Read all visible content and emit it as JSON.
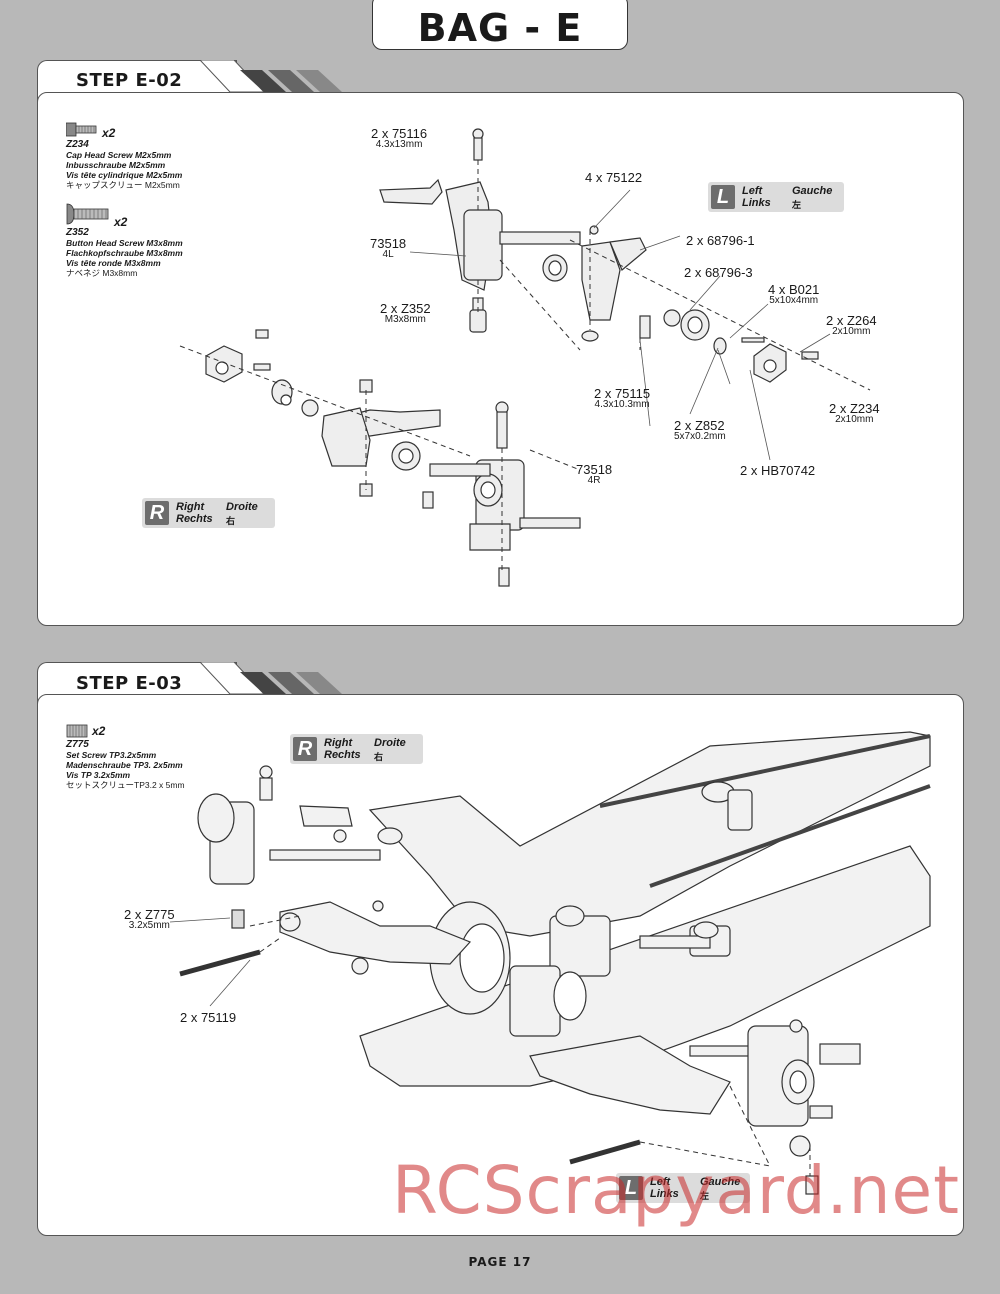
{
  "header": {
    "title": "BAG - E"
  },
  "step_e02": {
    "title": "STEP E-02",
    "parts": [
      {
        "qty": "x2",
        "code": "Z234",
        "desc": [
          "Cap Head Screw M2x5mm",
          "Inbusschraube M2x5mm",
          "Vis tête cylindrique M2x5mm",
          "キャップスクリュー M2x5mm"
        ]
      },
      {
        "qty": "x2",
        "code": "Z352",
        "desc": [
          "Button Head Screw M3x8mm",
          "Flachkopfschraube M3x8mm",
          "Vis tête ronde M3x8mm",
          "ナベネジ M3x8mm"
        ]
      }
    ],
    "badge_left": {
      "letter": "L",
      "en": "Left",
      "de": "Links",
      "fr": "Gauche",
      "jp": "左"
    },
    "badge_right": {
      "letter": "R",
      "en": "Right",
      "de": "Rechts",
      "fr": "Droite",
      "jp": "右"
    },
    "callouts": [
      {
        "label": "2 x 75116",
        "sub": "4.3x13mm"
      },
      {
        "label": "4 x 75122",
        "sub": ""
      },
      {
        "label": "73518",
        "sub": "4L"
      },
      {
        "label": "2 x 68796-1",
        "sub": ""
      },
      {
        "label": "2 x 68796-3",
        "sub": ""
      },
      {
        "label": "4 x B021",
        "sub": "5x10x4mm"
      },
      {
        "label": "2 x Z264",
        "sub": "2x10mm"
      },
      {
        "label": "2 x Z352",
        "sub": "M3x8mm"
      },
      {
        "label": "2 x 75115",
        "sub": "4.3x10.3mm"
      },
      {
        "label": "2 x Z234",
        "sub": "2x10mm"
      },
      {
        "label": "2 x Z852",
        "sub": "5x7x0.2mm"
      },
      {
        "label": "73518",
        "sub": "4R"
      },
      {
        "label": "2 x HB70742",
        "sub": ""
      }
    ]
  },
  "step_e03": {
    "title": "STEP E-03",
    "parts": [
      {
        "qty": "x2",
        "code": "Z775",
        "desc": [
          "Set Screw TP3.2x5mm",
          "Madenschraube TP3. 2x5mm",
          "Vis TP 3.2x5mm",
          "セットスクリューTP3.2 x 5mm"
        ]
      }
    ],
    "badge_right": {
      "letter": "R",
      "en": "Right",
      "de": "Rechts",
      "fr": "Droite",
      "jp": "右"
    },
    "badge_left": {
      "letter": "L",
      "en": "Left",
      "de": "Links",
      "fr": "Gauche",
      "jp": "左"
    },
    "callouts": [
      {
        "label": "2 x Z775",
        "sub": "3.2x5mm"
      },
      {
        "label": "2 x 75119",
        "sub": ""
      }
    ]
  },
  "footer": {
    "page": "PAGE 17"
  },
  "watermark": "RCScrapyard.net"
}
